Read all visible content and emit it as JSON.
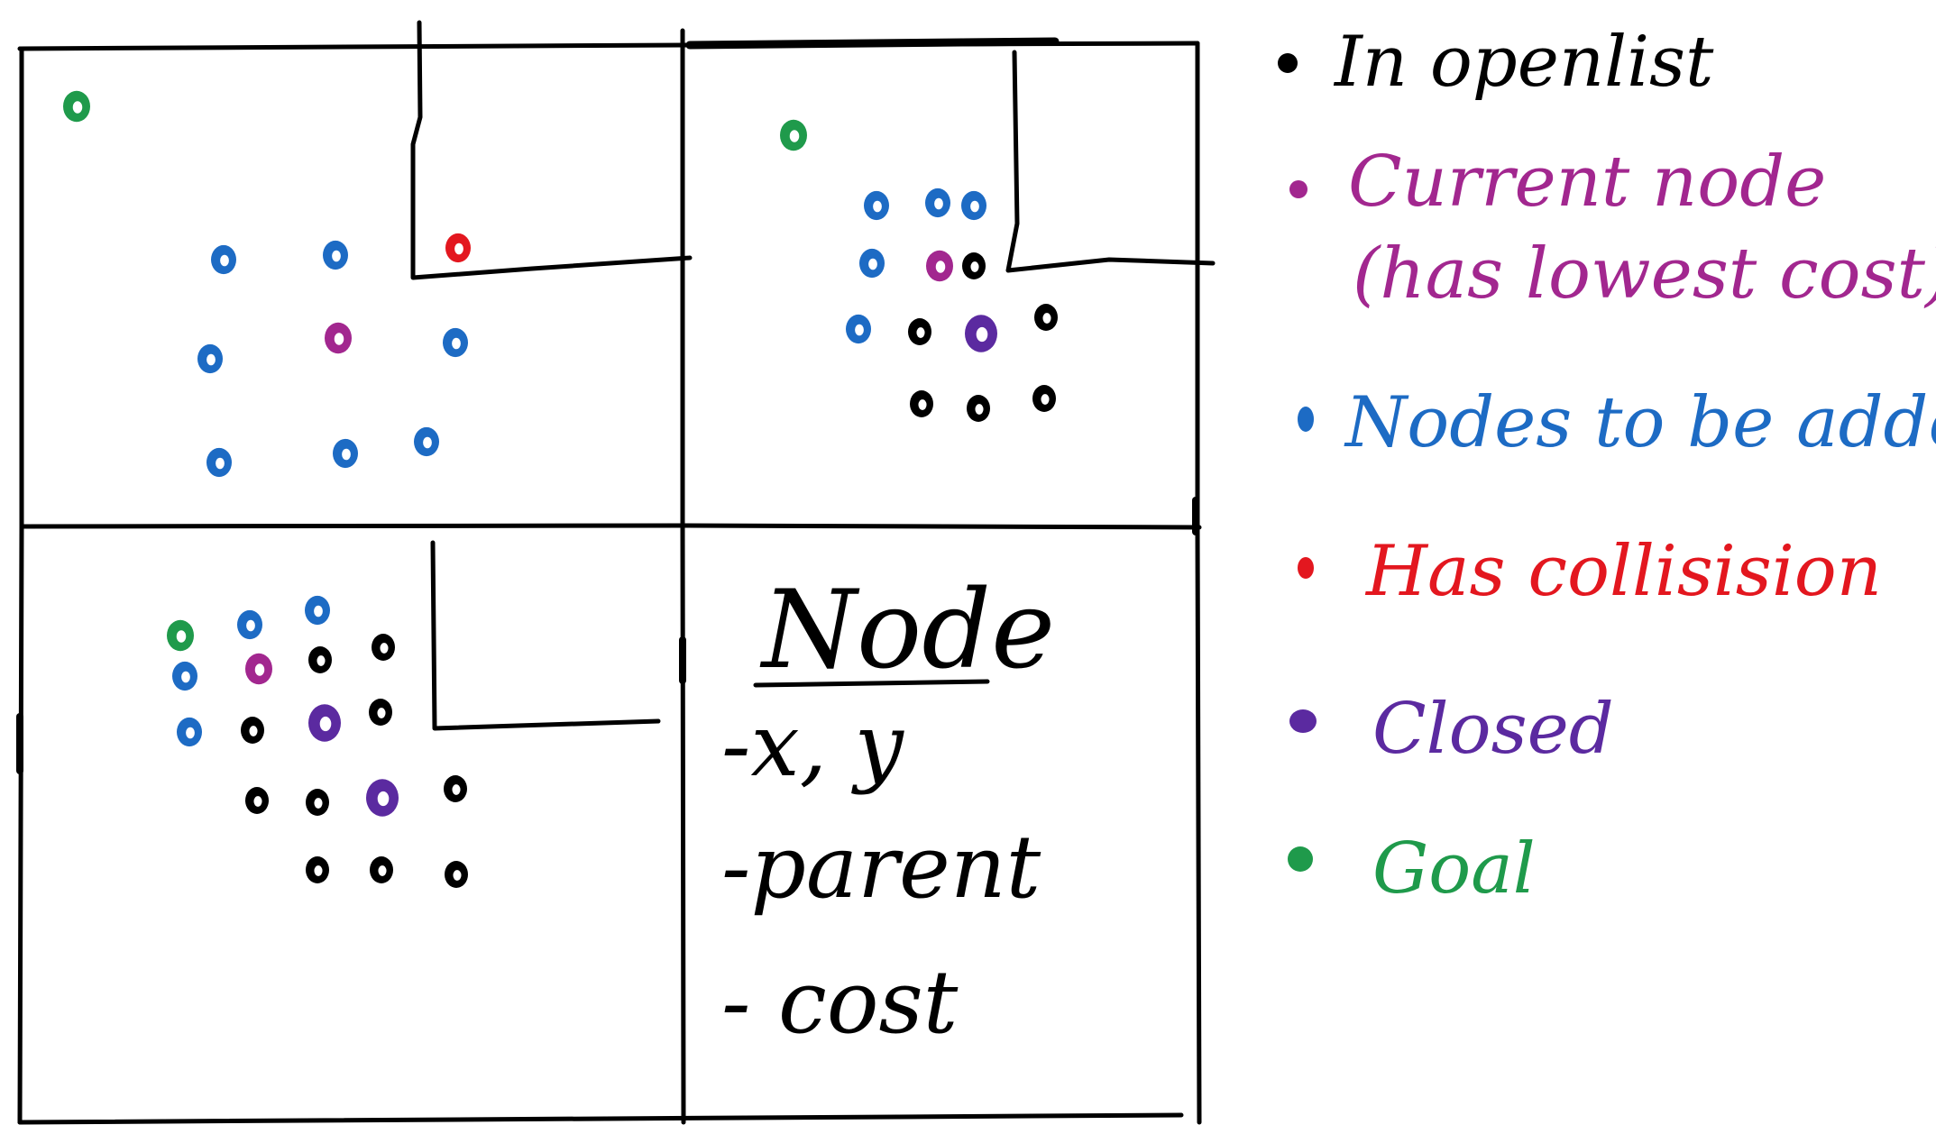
{
  "colors": {
    "ink": "#000000",
    "open": "#000000",
    "current": "#a2278f",
    "to_add": "#1d6bc4",
    "collision": "#e3171f",
    "closed": "#5b2aa0",
    "goal": "#1f9a4b"
  },
  "legend": [
    {
      "key": "open",
      "label": "In openlist"
    },
    {
      "key": "current",
      "label": "Current node",
      "label2": "(has lowest cost)"
    },
    {
      "key": "to_add",
      "label": "Nodes to be added"
    },
    {
      "key": "collision",
      "label": "Has collisision"
    },
    {
      "key": "closed",
      "label": "Closed"
    },
    {
      "key": "goal",
      "label": "Goal"
    }
  ],
  "node_box": {
    "title": "Node",
    "fields": [
      "-x, y",
      "-parent",
      "- cost"
    ]
  },
  "panels": [
    {
      "id": "step-1",
      "dots": [
        {
          "type": "goal"
        },
        {
          "type": "collision"
        },
        {
          "type": "to_add"
        },
        {
          "type": "to_add"
        },
        {
          "type": "to_add"
        },
        {
          "type": "to_add"
        },
        {
          "type": "to_add"
        },
        {
          "type": "to_add"
        },
        {
          "type": "to_add"
        },
        {
          "type": "current"
        }
      ]
    },
    {
      "id": "step-2",
      "dots": [
        {
          "type": "goal"
        },
        {
          "type": "to_add"
        },
        {
          "type": "to_add"
        },
        {
          "type": "to_add"
        },
        {
          "type": "to_add"
        },
        {
          "type": "to_add"
        },
        {
          "type": "current"
        },
        {
          "type": "open"
        },
        {
          "type": "open"
        },
        {
          "type": "open"
        },
        {
          "type": "open"
        },
        {
          "type": "open"
        },
        {
          "type": "open"
        },
        {
          "type": "closed"
        }
      ]
    },
    {
      "id": "step-3",
      "dots": [
        {
          "type": "goal"
        },
        {
          "type": "to_add"
        },
        {
          "type": "to_add"
        },
        {
          "type": "to_add"
        },
        {
          "type": "to_add"
        },
        {
          "type": "current"
        },
        {
          "type": "open"
        },
        {
          "type": "open"
        },
        {
          "type": "open"
        },
        {
          "type": "open"
        },
        {
          "type": "open"
        },
        {
          "type": "open"
        },
        {
          "type": "open"
        },
        {
          "type": "open"
        },
        {
          "type": "open"
        },
        {
          "type": "open"
        },
        {
          "type": "closed"
        },
        {
          "type": "closed"
        }
      ]
    }
  ]
}
